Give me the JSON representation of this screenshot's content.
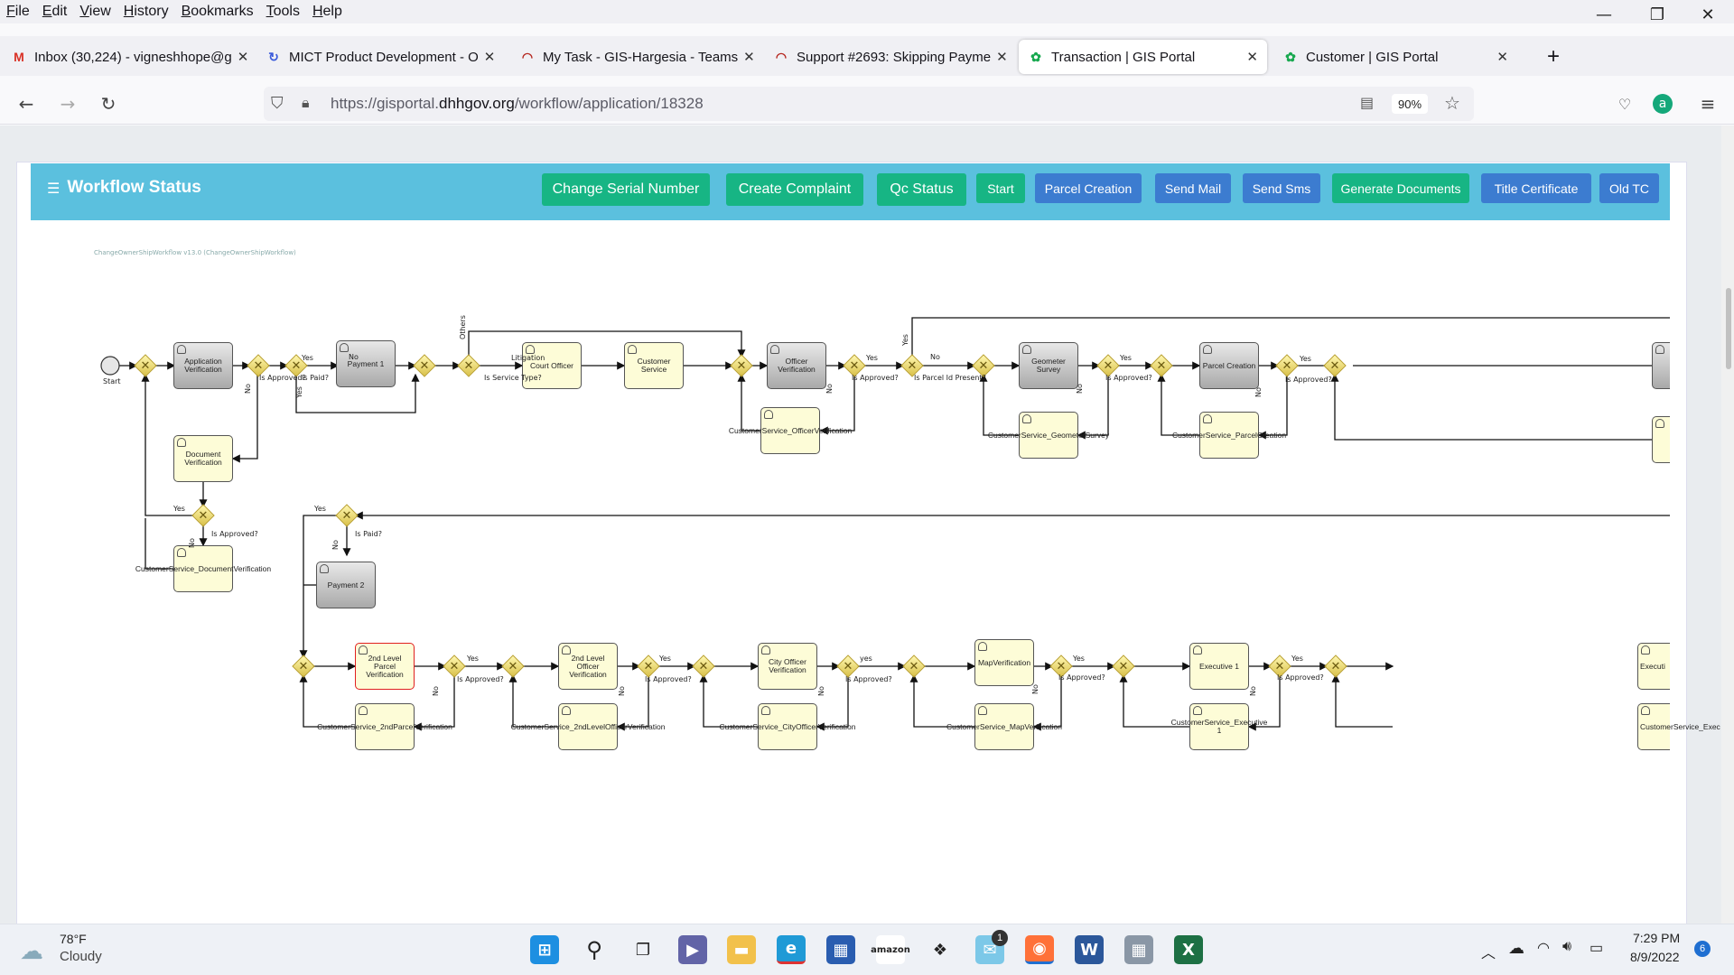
{
  "menu": [
    "File",
    "Edit",
    "View",
    "History",
    "Bookmarks",
    "Tools",
    "Help"
  ],
  "tabs": [
    {
      "title": "Inbox (30,224) - vigneshhope@g",
      "icon": "gmail-icon",
      "icon_text": "M",
      "icon_color": "#d93025"
    },
    {
      "title": "MICT Product Development - O",
      "icon": "sync-icon",
      "icon_text": "↻",
      "icon_color": "#3b5bdb"
    },
    {
      "title": "My Task - GIS-Hargesia - Teams",
      "icon": "redmine-icon",
      "icon_text": "◠",
      "icon_color": "#b5261e"
    },
    {
      "title": "Support #2693: Skipping Payme",
      "icon": "redmine-icon",
      "icon_text": "◠",
      "icon_color": "#b5261e"
    },
    {
      "title": "Transaction | GIS Portal",
      "icon": "gis-portal-icon",
      "icon_text": "✿",
      "icon_color": "#18a84f"
    },
    {
      "title": "Customer | GIS Portal",
      "icon": "gis-portal-icon",
      "icon_text": "✿",
      "icon_color": "#18a84f"
    }
  ],
  "url": {
    "prefix": "https://gisportal.",
    "domain": "dhhgov.org",
    "path": "/workflow/application/18328"
  },
  "zoom": "90%",
  "card": {
    "title": "Workflow Status"
  },
  "buttons": {
    "change_serial": "Change Serial Number",
    "create_complaint": "Create Complaint",
    "qc_status": "Qc Status",
    "start": "Start",
    "parcel_creation": "Parcel Creation",
    "send_mail": "Send Mail",
    "send_sms": "Send Sms",
    "generate_documents": "Generate Documents",
    "title_certificate": "Title Certificate",
    "old_tc": "Old TC"
  },
  "diagram": {
    "caption": "ChangeOwnerShipWorkflow v13.0 (ChangeOwnerShipWorkflow)",
    "start_label": "Start",
    "tasks": {
      "application_verification": "Application Verification",
      "payment_1": "Payment 1",
      "court_officer": "Court Officer",
      "customer_service": "Customer Service",
      "officer_verification": "Officer Verification",
      "cs_officer_verification": "CustomerService_OfficerVerification",
      "geometer_survey": "Geometer Survey",
      "cs_geometer_survey": "CustomerService_GeometerSurvey",
      "parcel_creation": "Parcel Creation",
      "cs_parcel_creation": "CustomerService_ParcelCreation",
      "document_verification": "Document Verification",
      "cs_document_verification": "CustomerService_DocumentVerification",
      "payment_2": "Payment 2",
      "second_level_parcel": "2nd Level Parcel Verification",
      "cs_2nd_parcel": "CustomerService_2ndParcelVerification",
      "second_level_officer": "2nd Level Officer Verification",
      "cs_2nd_officer": "CustomerService_2ndLevelOfficerVerification",
      "city_officer": "City Officer Verification",
      "cs_city_officer": "CustomerService_CityOfficerVerification",
      "map_verification": "MapVerification",
      "cs_map_verification": "CustomerService_MapVerification",
      "executive_1": "Executive 1",
      "cs_executive_1": "CustomerService_Executive 1",
      "executive_2": "Executi",
      "cs_executive_2": "CustomerService_Exec"
    },
    "labels": {
      "yes": "Yes",
      "no": "No",
      "yes_lower": "yes",
      "is_approved": "Is Approved?",
      "is_paid": "Is Paid?",
      "is_service_type": "Is Service Type?",
      "litigation": "Litigation",
      "others": "Others",
      "is_parcel_id_present": "Is Parcel Id Present?"
    }
  },
  "taskbar": {
    "temp": "78°F",
    "weather": "Cloudy",
    "time": "7:29 PM",
    "date": "8/9/2022",
    "notif_badge": "6",
    "mail_badge": "1"
  }
}
